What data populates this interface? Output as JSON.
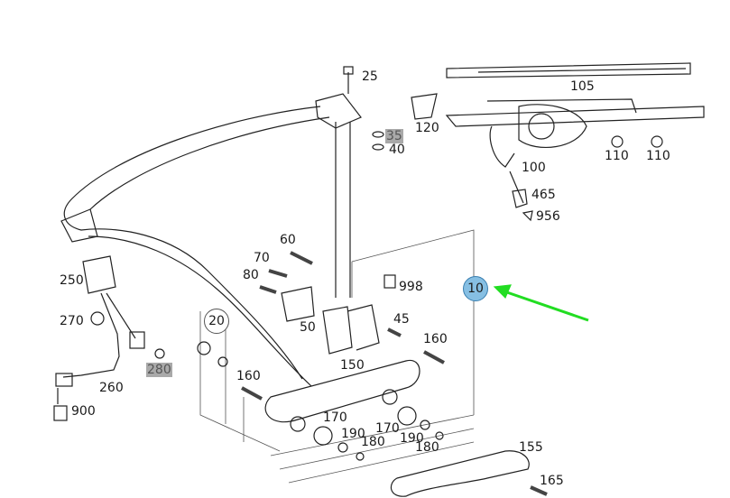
{
  "diagram": {
    "highlight_color": "#a9a9a9",
    "selected_color": "#86bfe3",
    "arrow_color": "#22dd22",
    "selected_part": "10",
    "parts": {
      "p25": "25",
      "p105": "105",
      "p120": "120",
      "p35": "35",
      "p40": "40",
      "p100": "100",
      "p110a": "110",
      "p110b": "110",
      "p465": "465",
      "p956": "956",
      "p60": "60",
      "p70": "70",
      "p80": "80",
      "p998": "998",
      "p10": "10",
      "p250": "250",
      "p270": "270",
      "p50": "50",
      "p45": "45",
      "p20": "20",
      "p160a": "160",
      "p280": "280",
      "p150": "150",
      "p160b": "160",
      "p260": "260",
      "p900": "900",
      "p170a": "170",
      "p170b": "170",
      "p190a": "190",
      "p190b": "190",
      "p180a": "180",
      "p180b": "180",
      "p155": "155",
      "p165": "165"
    }
  }
}
